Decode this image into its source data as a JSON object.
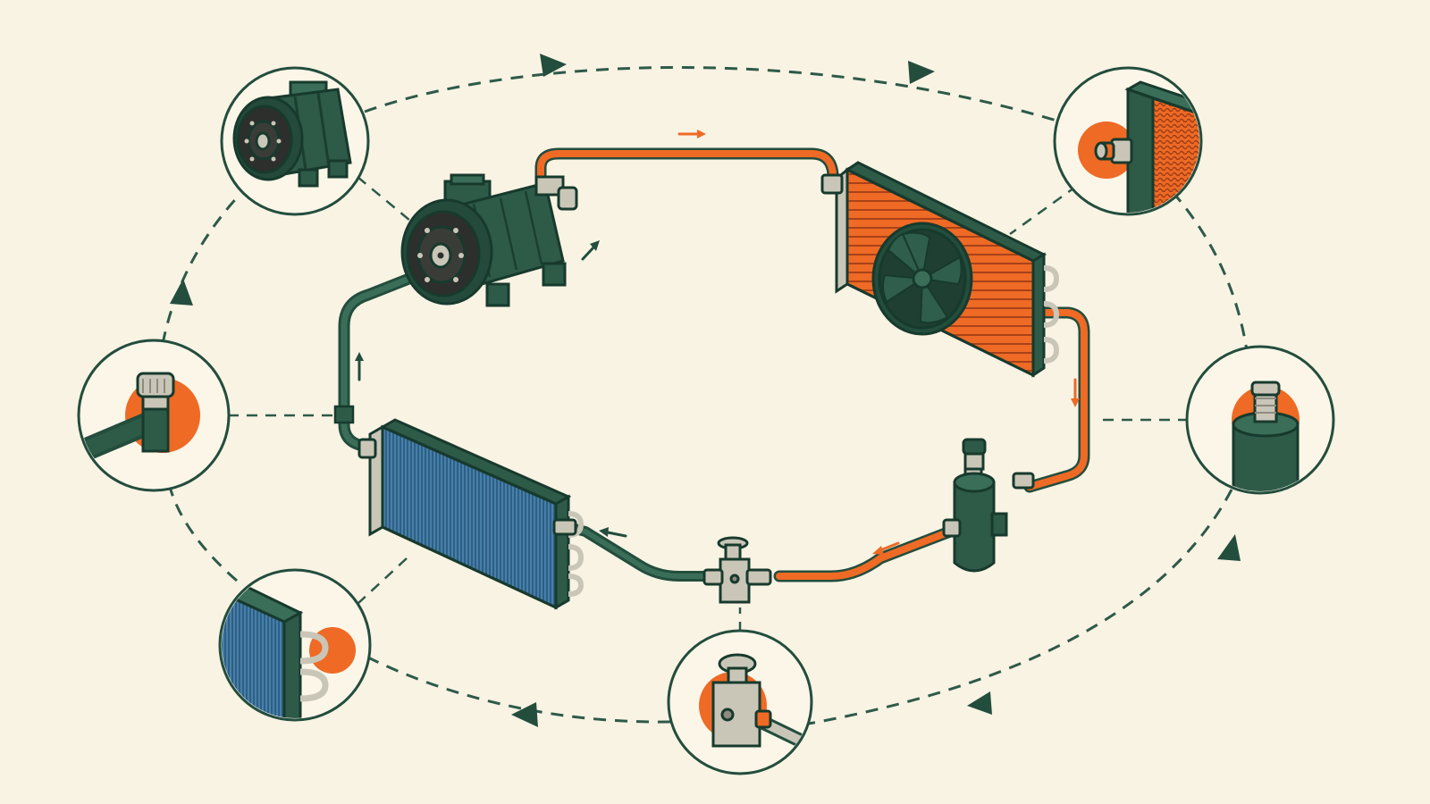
{
  "palette": {
    "background": "#f9f3e4",
    "dark_green": "#234d3d",
    "green_line": "#2e5a48",
    "hot_orange": "#ee6a25",
    "blue_coil": "#2f5f86",
    "steel": "#c9c6b8",
    "cream": "#fbf6e8"
  },
  "components": [
    {
      "id": "compressor",
      "icon": "compressor-icon"
    },
    {
      "id": "condenser",
      "icon": "condenser-fan-icon"
    },
    {
      "id": "receiver-drier",
      "icon": "receiver-drier-icon"
    },
    {
      "id": "expansion-valve",
      "icon": "expansion-valve-icon"
    },
    {
      "id": "evaporator",
      "icon": "evaporator-coil-icon"
    },
    {
      "id": "service-port",
      "icon": "service-port-icon"
    }
  ],
  "detail_views": [
    {
      "id": "compressor-detail",
      "icon": "compressor-icon"
    },
    {
      "id": "condenser-detail",
      "icon": "condenser-fitting-icon"
    },
    {
      "id": "receiver-drier-detail",
      "icon": "receiver-drier-icon"
    },
    {
      "id": "expansion-valve-detail",
      "icon": "expansion-valve-icon"
    },
    {
      "id": "evaporator-detail",
      "icon": "evaporator-coil-icon"
    },
    {
      "id": "service-port-detail",
      "icon": "service-port-icon"
    }
  ]
}
